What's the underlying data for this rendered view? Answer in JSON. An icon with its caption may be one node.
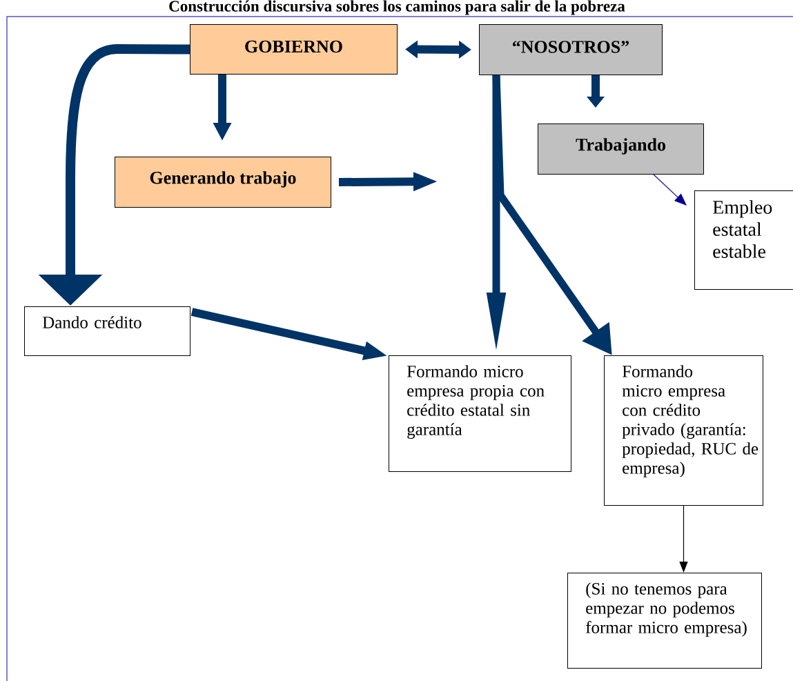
{
  "diagram": {
    "title": "Construcción discursiva sobres los caminos para salir de la pobreza",
    "nodes": [
      {
        "text": [
          "GOBIERNO"
        ]
      },
      {
        "text": [
          "“NOSOTROS”"
        ]
      },
      {
        "text": [
          "Generando trabajo"
        ]
      },
      {
        "text": [
          "Trabajando"
        ]
      },
      {
        "text": [
          "Empleo estatal estable"
        ]
      },
      {
        "text": [
          "Dando crédito"
        ]
      },
      {
        "text": [
          "Formando micro empresa propia con crédito estatal sin garantía"
        ]
      },
      {
        "text": [
          "Formando micro empresa con crédito privado (garantía: propiedad, RUC de empresa)"
        ]
      },
      {
        "text": [
          "(Si no tenemos para empezar no podemos formar micro empresa)"
        ]
      }
    ],
    "edges": [
      {
        "from": 0,
        "to": 1,
        "arrow": "both"
      },
      {
        "from": 0,
        "to": 2,
        "arrow": "to"
      },
      {
        "from": 0,
        "to": 5,
        "arrow": "to"
      },
      {
        "from": 1,
        "to": 3,
        "arrow": "to"
      },
      {
        "from": 2,
        "to": null,
        "arrow": "to"
      },
      {
        "from": 1,
        "to": 6,
        "arrow": "to"
      },
      {
        "from": 1,
        "to": 7,
        "arrow": "to"
      },
      {
        "from": 3,
        "to": 4,
        "arrow": "to",
        "color": "#000099"
      },
      {
        "from": 5,
        "to": 6,
        "arrow": "to"
      },
      {
        "from": 7,
        "to": 8,
        "arrow": "to",
        "color": "#000000"
      }
    ]
  }
}
